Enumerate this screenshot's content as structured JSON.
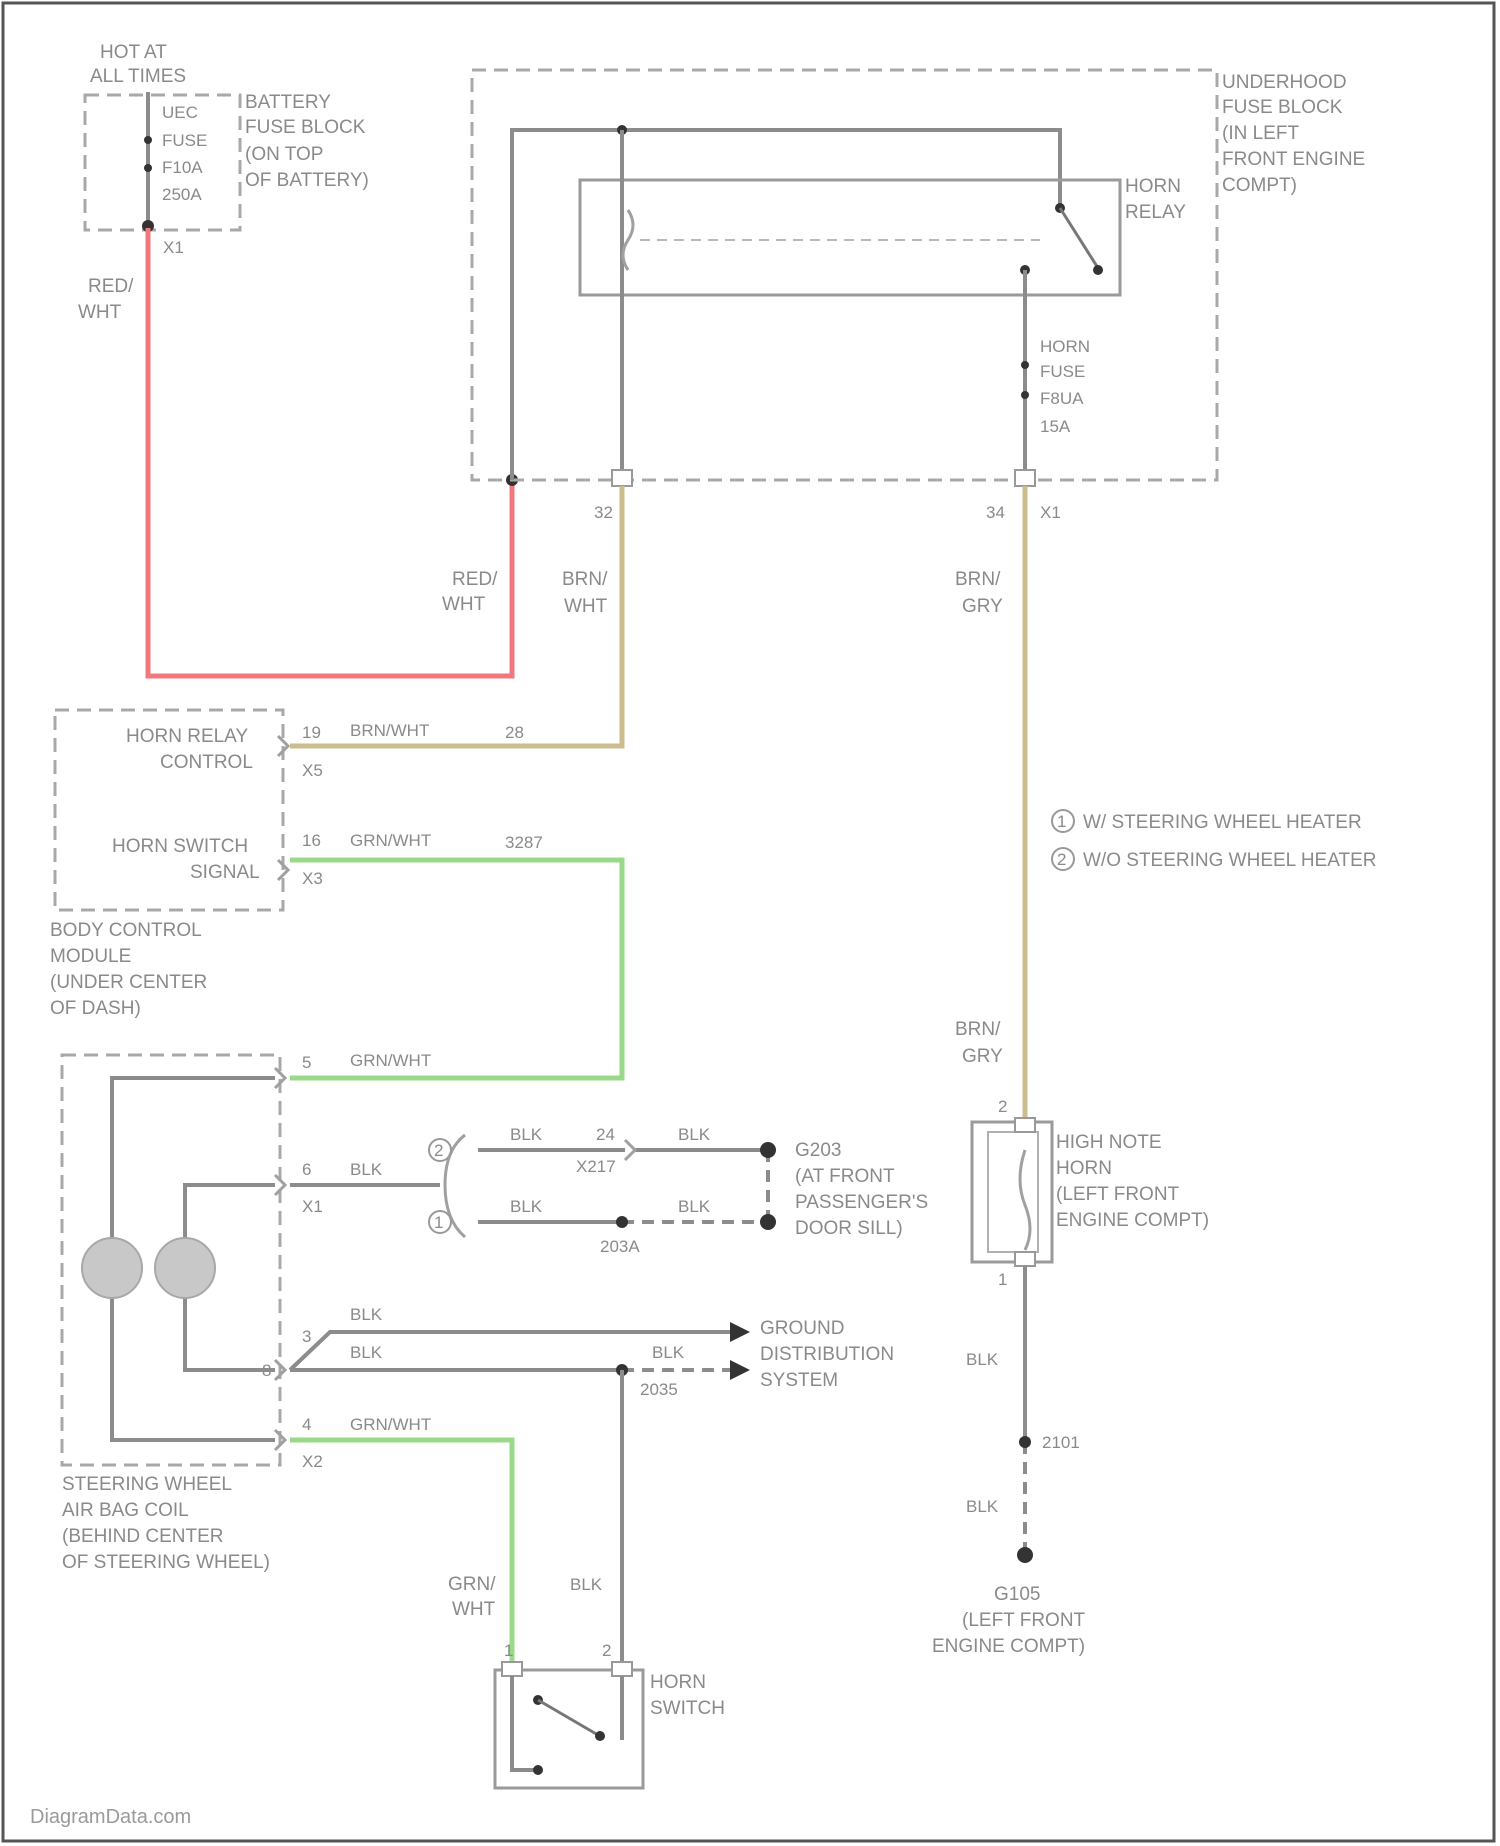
{
  "battery_block": {
    "hot_label": [
      "HOT AT",
      "ALL TIMES"
    ],
    "fuse_label": [
      "UEC",
      "FUSE",
      "F10A",
      "250A"
    ],
    "block_label": [
      "BATTERY",
      "FUSE BLOCK",
      "(ON TOP",
      "OF BATTERY)"
    ],
    "pin": "X1"
  },
  "underhood_block": {
    "label": [
      "UNDERHOOD",
      "FUSE BLOCK",
      "(IN LEFT",
      "FRONT ENGINE",
      "COMPT)"
    ],
    "relay_label": [
      "HORN",
      "RELAY"
    ],
    "fuse_label": [
      "HORN",
      "FUSE",
      "F8UA",
      "15A"
    ],
    "pin_left": "32",
    "pin_right_a": "34",
    "pin_right_b": "X1"
  },
  "wire_colors": {
    "red_wht_top": [
      "RED/",
      "WHT"
    ],
    "red_wht_mid": [
      "RED/",
      "WHT"
    ],
    "brn_wht": [
      "BRN/",
      "WHT"
    ],
    "brn_gry_top": [
      "BRN/",
      "GRY"
    ],
    "brn_gry_bottom": [
      "BRN/",
      "GRY"
    ],
    "brn_wht_run": "BRN/WHT",
    "grn_wht_run": "GRN/WHT",
    "grn_wht_bcm": "GRN/WHT",
    "grn_wht_a": "GRN/WHT",
    "grn_wht_vertical": [
      "GRN/",
      "WHT"
    ],
    "blk_a": "BLK",
    "blk_b": "BLK",
    "blk_c": "BLK",
    "blk_d": "BLK",
    "blk_e": "BLK",
    "blk_f": "BLK",
    "blk_g": "BLK",
    "blk_h": "BLK",
    "blk_i": "BLK",
    "blk_j": "BLK",
    "blk_k": "BLK"
  },
  "bcm": {
    "relay_control": [
      "HORN RELAY",
      "CONTROL"
    ],
    "switch_signal": [
      "HORN SWITCH",
      "SIGNAL"
    ],
    "label": [
      "BODY CONTROL",
      "MODULE",
      "(UNDER CENTER",
      "OF DASH)"
    ],
    "pin_19": "19",
    "pin_x5": "X5",
    "pin_16": "16",
    "pin_x3": "X3",
    "splice_28": "28",
    "splice_3287": "3287"
  },
  "legend": {
    "item1": "W/ STEERING WHEEL HEATER",
    "item2": "W/O STEERING WHEEL HEATER",
    "num1": "1",
    "num2": "2"
  },
  "airbag_coil": {
    "label": [
      "STEERING WHEEL",
      "AIR BAG COIL",
      "(BEHIND CENTER",
      "OF STEERING WHEEL)"
    ],
    "pin_5": "5",
    "pin_6": "6",
    "pin_x1": "X1",
    "pin_3": "3",
    "pin_8": "8",
    "pin_4": "4",
    "pin_x2": "X2"
  },
  "grounds": {
    "g203_label": [
      "G203",
      "(AT FRONT",
      "PASSENGER'S",
      "DOOR SILL)"
    ],
    "splice_x217": "X217",
    "splice_24": "24",
    "splice_203a": "203A",
    "ground_dist": [
      "GROUND",
      "DISTRIBUTION",
      "SYSTEM"
    ],
    "splice_2035": "2035",
    "g105_label": [
      "G105",
      "(LEFT FRONT",
      "ENGINE COMPT)"
    ],
    "splice_2101": "2101",
    "opt1": "1",
    "opt2": "2"
  },
  "horn": {
    "label": [
      "HIGH NOTE",
      "HORN",
      "(LEFT FRONT",
      "ENGINE COMPT)"
    ],
    "pin_2": "2",
    "pin_1": "1"
  },
  "horn_switch": {
    "label": [
      "HORN",
      "SWITCH"
    ],
    "pin_1": "1",
    "pin_2": "2"
  },
  "footer": "DiagramData.com"
}
